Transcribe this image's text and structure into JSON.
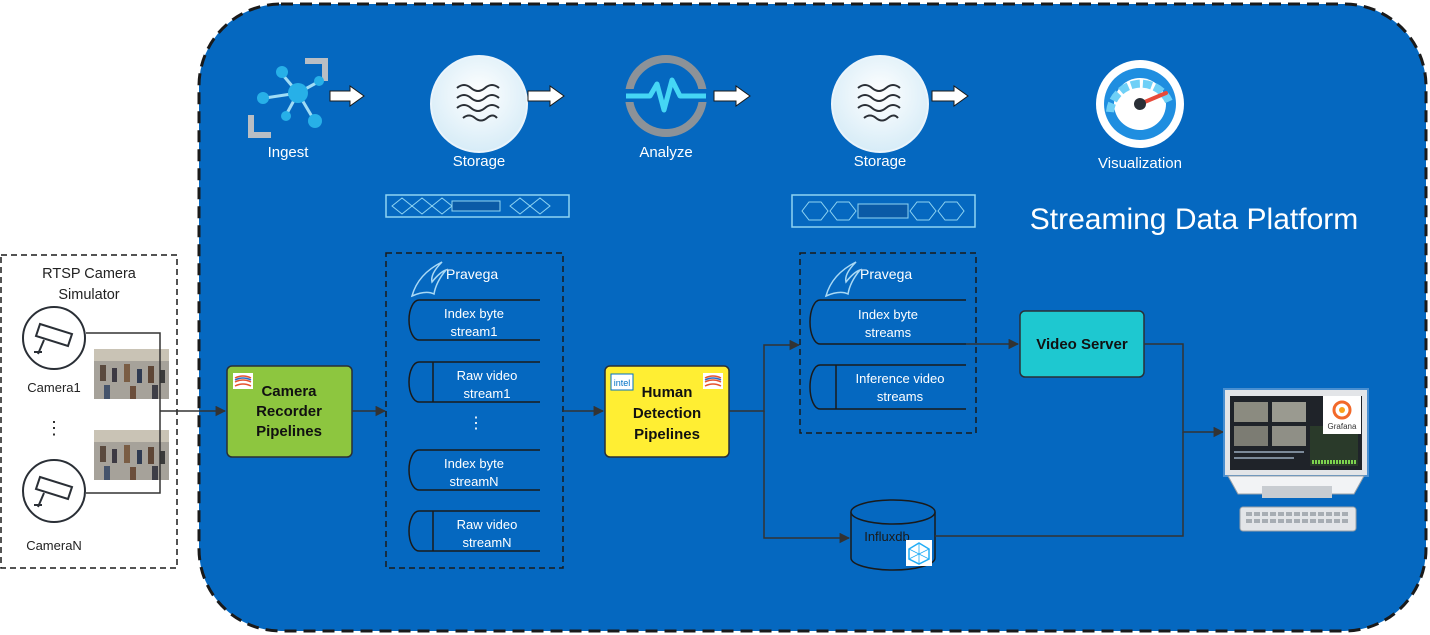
{
  "platform": {
    "title": "Streaming Data Platform",
    "stages": [
      {
        "label": "Ingest",
        "icon": "ingest-network-icon"
      },
      {
        "label": "Storage",
        "icon": "storage-waves-icon"
      },
      {
        "label": "Analyze",
        "icon": "analyze-pulse-icon"
      },
      {
        "label": "Storage",
        "icon": "storage-waves-icon"
      },
      {
        "label": "Visualization",
        "icon": "speedometer-icon"
      }
    ]
  },
  "simulator": {
    "title_line1": "RTSP Camera",
    "title_line2": "Simulator",
    "camera1": "Camera1",
    "ellipsis": "⋮",
    "cameraN": "CameraN"
  },
  "camera_recorder": {
    "line1": "Camera",
    "line2": "Recorder",
    "line3": "Pipelines"
  },
  "pravega_left": {
    "title": "Pravega",
    "streams": [
      {
        "line1": "Index byte",
        "line2": "stream1"
      },
      {
        "line1": "Raw video",
        "line2": "stream1"
      },
      {
        "line1": "Index byte",
        "line2": "streamN"
      },
      {
        "line1": "Raw video",
        "line2": "streamN"
      }
    ],
    "ellipsis": "⋮"
  },
  "human_detection": {
    "badge": "intel",
    "line1": "Human",
    "line2": "Detection",
    "line3": "Pipelines"
  },
  "pravega_right": {
    "title": "Pravega",
    "streams": [
      {
        "line1": "Index byte",
        "line2": "streams"
      },
      {
        "line1": "Inference video",
        "line2": "streams"
      }
    ]
  },
  "video_server": {
    "label": "Video Server"
  },
  "influxdb": {
    "label": "Influxdb"
  },
  "grafana": {
    "label": "Grafana"
  },
  "colors": {
    "platform_blue": "#0568c0",
    "recorder_green": "#8dc63f",
    "detection_yellow": "#ffee33",
    "video_server_teal": "#1ec8d0",
    "stream_white": "#ffffff"
  }
}
